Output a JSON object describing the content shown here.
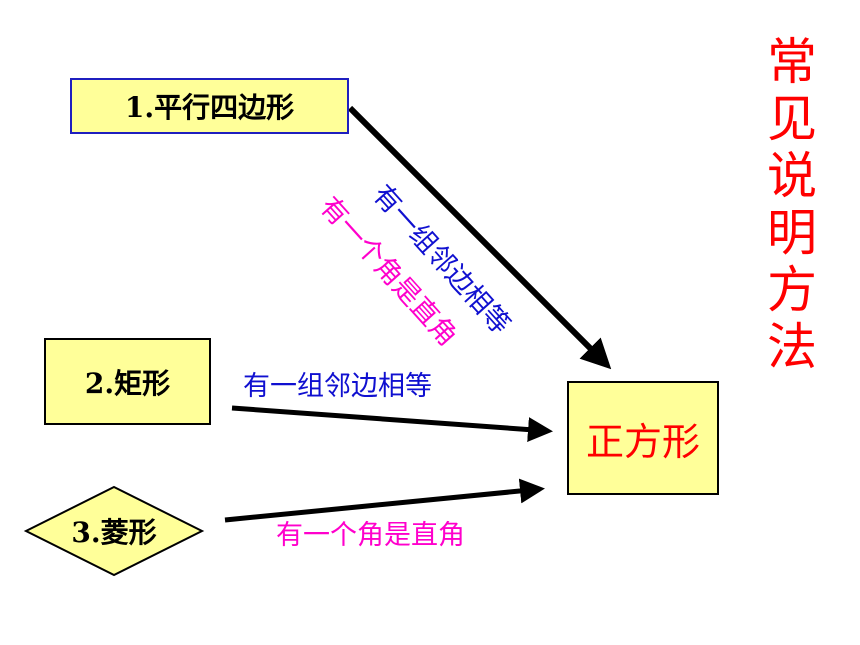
{
  "boxes": {
    "parallelogram": "1.平行四边形",
    "rectangle": "2.矩形",
    "rhombus": "3.菱形",
    "square": "正方形"
  },
  "conditions": {
    "parallelogram_adjacent_sides": "有一组邻边相等",
    "parallelogram_right_angle": "有一个角是直角",
    "rectangle_condition": "有一组邻边相等",
    "rhombus_condition": "有一个角是直角"
  },
  "title_chars": [
    "常",
    "见",
    "说",
    "明",
    "方",
    "法"
  ],
  "colors": {
    "box_fill": "#ffff99",
    "title": "#ff0000",
    "blue_label": "#1010d0",
    "pink_label": "#ff00cc",
    "arrow": "#000000"
  }
}
